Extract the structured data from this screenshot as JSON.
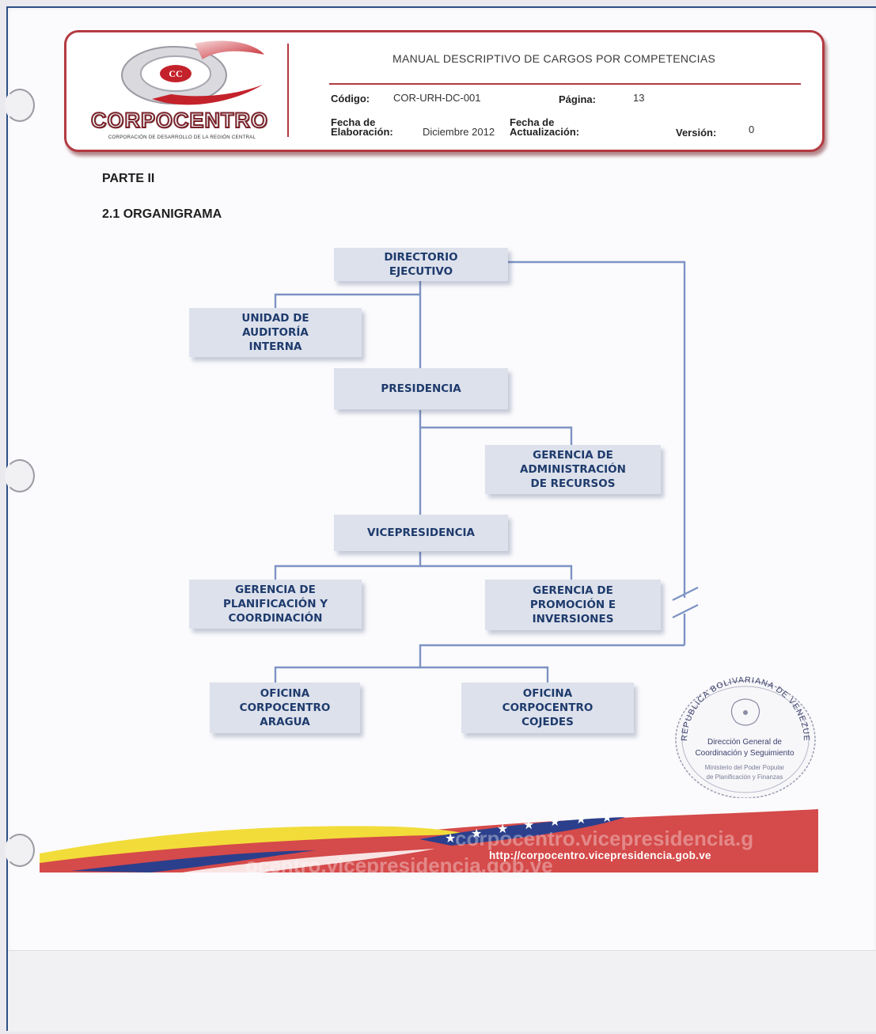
{
  "header": {
    "logo_text": "CORPOCENTRO",
    "logo_subtitle": "CORPORACIÓN DE DESARROLLO DE LA REGIÓN CENTRAL",
    "manual_title": "MANUAL DESCRIPTIVO DE CARGOS POR COMPETENCIAS",
    "codigo_label": "Código:",
    "codigo_value": "COR-URH-DC-001",
    "pagina_label": "Página:",
    "pagina_value": "13",
    "fecha_elab_label_1": "Fecha de",
    "fecha_elab_label_2": "Elaboración:",
    "fecha_elab_value": "Diciembre 2012",
    "fecha_act_label_1": "Fecha de",
    "fecha_act_label_2": "Actualización:",
    "version_label": "Versión:",
    "version_value": "0"
  },
  "section": {
    "part": "PARTE II",
    "heading": "2.1 ORGANIGRAMA"
  },
  "org_chart": {
    "directorio": "DIRECTORIO\nEJECUTIVO",
    "auditoria": "UNIDAD DE\nAUDITORÍA\nINTERNA",
    "presidencia": "PRESIDENCIA",
    "gerencia_admin": "GERENCIA DE\nADMINISTRACIÓN\nDE RECURSOS",
    "vicepresidencia": "VICEPRESIDENCIA",
    "gerencia_planif": "GERENCIA DE\nPLANIFICACIÓN Y\nCOORDINACIÓN",
    "gerencia_promo": "GERENCIA DE\nPROMOCIÓN E\nINVERSIONES",
    "oficina_aragua": "OFICINA\nCORPOCENTRO\nARAGUA",
    "oficina_cojedes": "OFICINA\nCORPOCENTRO\nCOJEDES"
  },
  "stamp": {
    "arc_text": "REPUBLICA BOLIVARIANA DE VENEZUELA",
    "line1": "Dirección General de",
    "line2": "Coordinación y Seguimiento",
    "line3": "Ministerio del Poder Popular",
    "line4": "de Planificación y Finanzas"
  },
  "footer": {
    "watermark_1": "corpocentro.vicepresidencia.g",
    "watermark_2": "ocentro.vicepresidencia.gob.ve",
    "url": "http://corpocentro.vicepresidencia.gob.ve"
  }
}
